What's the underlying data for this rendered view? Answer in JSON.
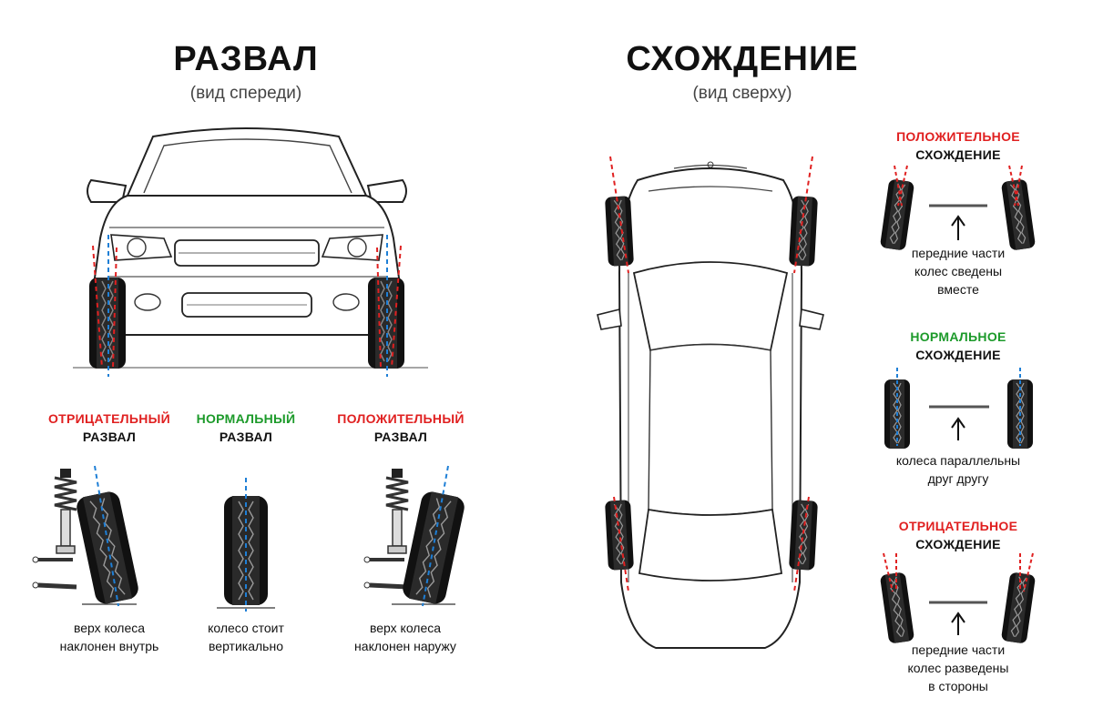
{
  "colors": {
    "red": "#e02020",
    "green": "#1c9a2a",
    "blue": "#1e7fd6",
    "black": "#111111"
  },
  "camber": {
    "title": "РАЗВАЛ",
    "subtitle": "(вид спереди)",
    "negative": {
      "line1": "ОТРИЦАТЕЛЬНЫЙ",
      "line2": "РАЗВАЛ",
      "caption1": "верх колеса",
      "caption2": "наклонен внутрь"
    },
    "normal": {
      "line1": "НОРМАЛЬНЫЙ",
      "line2": "РАЗВАЛ",
      "caption1": "колесо стоит",
      "caption2": "вертикально"
    },
    "positive": {
      "line1": "ПОЛОЖИТЕЛЬНЫЙ",
      "line2": "РАЗВАЛ",
      "caption1": "верх колеса",
      "caption2": "наклонен наружу"
    }
  },
  "toe": {
    "title": "СХОЖДЕНИЕ",
    "subtitle": "(вид сверху)",
    "positive": {
      "line1": "ПОЛОЖИТЕЛЬНОЕ",
      "line2": "СХОЖДЕНИЕ",
      "caption1": "передние части",
      "caption2": "колес сведены",
      "caption3": "вместе"
    },
    "normal": {
      "line1": "НОРМАЛЬНОЕ",
      "line2": "СХОЖДЕНИЕ",
      "caption1": "колеса параллельны",
      "caption2": "друг другу"
    },
    "negative": {
      "line1": "ОТРИЦАТЕЛЬНОЕ",
      "line2": "СХОЖДЕНИЕ",
      "caption1": "передние части",
      "caption2": "колес разведены",
      "caption3": "в стороны"
    }
  }
}
